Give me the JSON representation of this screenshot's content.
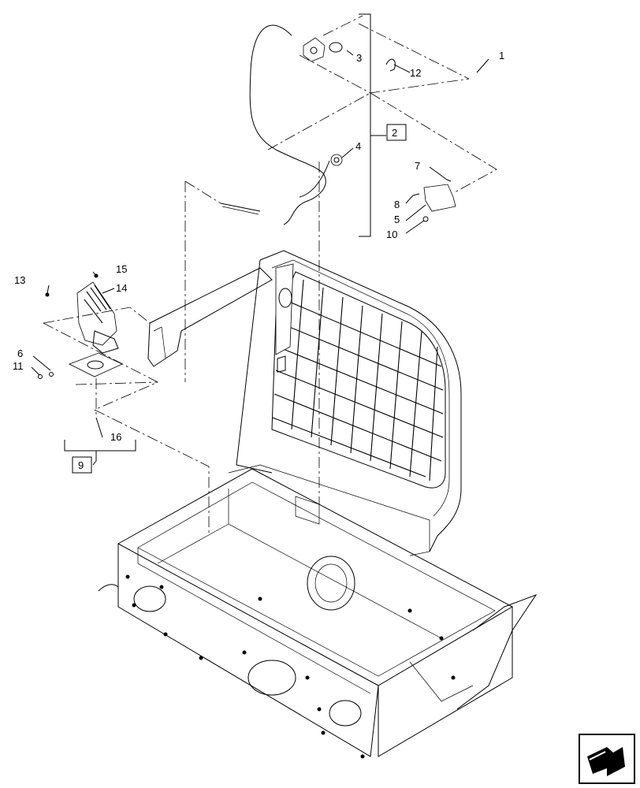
{
  "callouts": {
    "c1": "1",
    "c2": "2",
    "c3": "3",
    "c4": "4",
    "c5": "5",
    "c6": "6",
    "c7": "7",
    "c8": "8",
    "c9": "9",
    "c10": "10",
    "c11": "11",
    "c12": "12",
    "c13": "13",
    "c14": "14",
    "c15": "15",
    "c16": "16"
  },
  "boxed_callouts": [
    "2",
    "9"
  ],
  "icons": {
    "corner": "navigation-arrow-icon"
  }
}
